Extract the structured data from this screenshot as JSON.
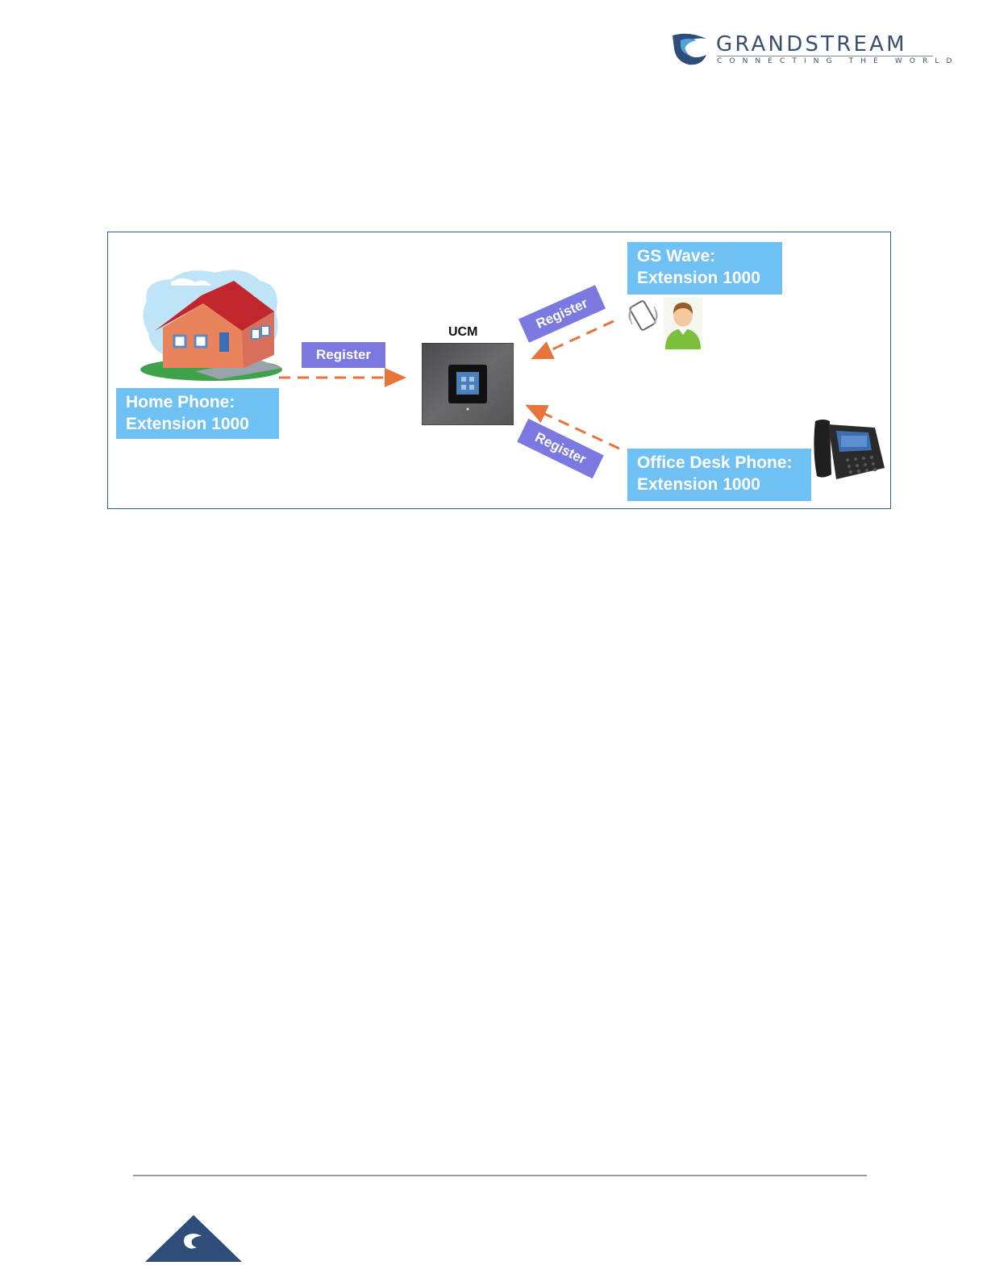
{
  "header": {
    "brand": "GRANDSTREAM",
    "tagline": "CONNECTING THE WORLD"
  },
  "diagram": {
    "ucm_label": "UCM",
    "register_label": "Register",
    "home": {
      "line1": "Home Phone:",
      "line2": "Extension 1000"
    },
    "wave": {
      "line1": "GS Wave:",
      "line2": "Extension 1000"
    },
    "office": {
      "line1": "Office Desk Phone:",
      "line2": "Extension 1000"
    }
  },
  "colors": {
    "label_bg": "#6fc0f3",
    "register_bg": "#7b78e0",
    "arrow": "#e8743b",
    "brand": "#3a4f6e"
  }
}
